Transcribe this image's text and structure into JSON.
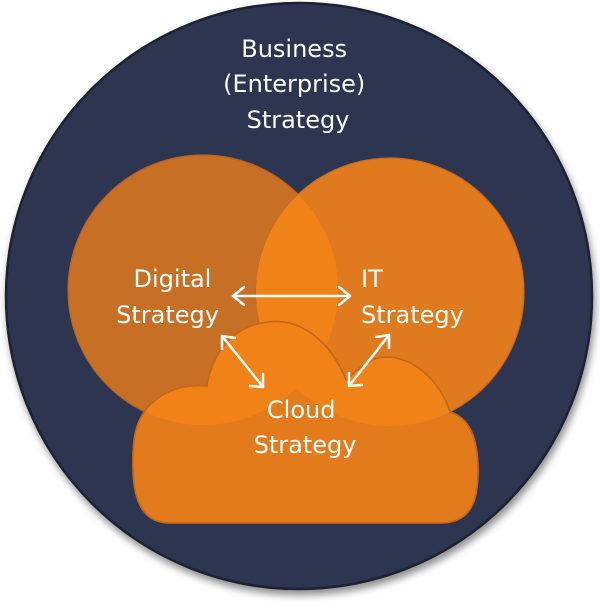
{
  "diagram": {
    "type": "nested-venn",
    "outer": {
      "label_lines": [
        "Business",
        "(Enterprise)",
        "Strategy"
      ],
      "color": "#2d3651"
    },
    "digital": {
      "label_lines": [
        "Digital",
        "Strategy"
      ],
      "color": "#c86f26"
    },
    "it": {
      "label_lines": [
        "IT",
        "Strategy"
      ],
      "color": "#e07a1e"
    },
    "cloud": {
      "label_lines": [
        "Cloud",
        "Strategy"
      ],
      "color": "#e37b1d"
    },
    "overlap_color": "#f38419",
    "arrow_color": "#ffffff",
    "relationships": [
      {
        "from": "Digital Strategy",
        "to": "IT Strategy",
        "type": "bidirectional"
      },
      {
        "from": "Digital Strategy",
        "to": "Cloud Strategy",
        "type": "bidirectional"
      },
      {
        "from": "IT Strategy",
        "to": "Cloud Strategy",
        "type": "bidirectional"
      }
    ]
  }
}
